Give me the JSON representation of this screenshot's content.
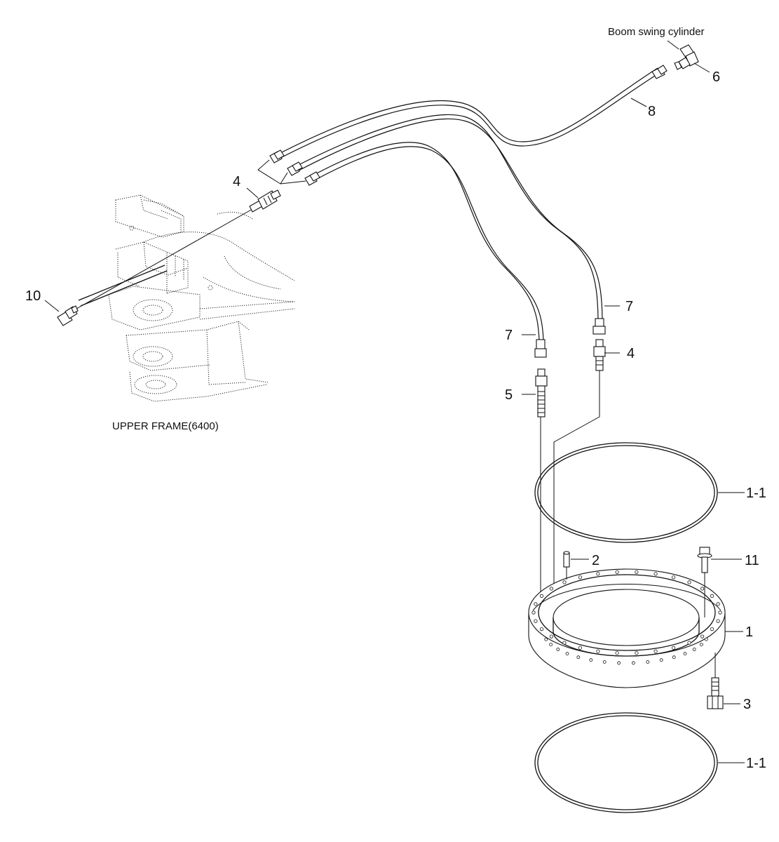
{
  "texts": {
    "boom_swing_cylinder": "Boom swing cylinder",
    "upper_frame": "UPPER FRAME(6400)"
  },
  "callouts": {
    "c1": "1",
    "c1_1_top": "1-1",
    "c1_1_bottom": "1-1",
    "c2": "2",
    "c3": "3",
    "c4_left": "4",
    "c4_right": "4",
    "c5": "5",
    "c6": "6",
    "c7_left": "7",
    "c7_right": "7",
    "c8": "8",
    "c10": "10",
    "c11": "11"
  }
}
